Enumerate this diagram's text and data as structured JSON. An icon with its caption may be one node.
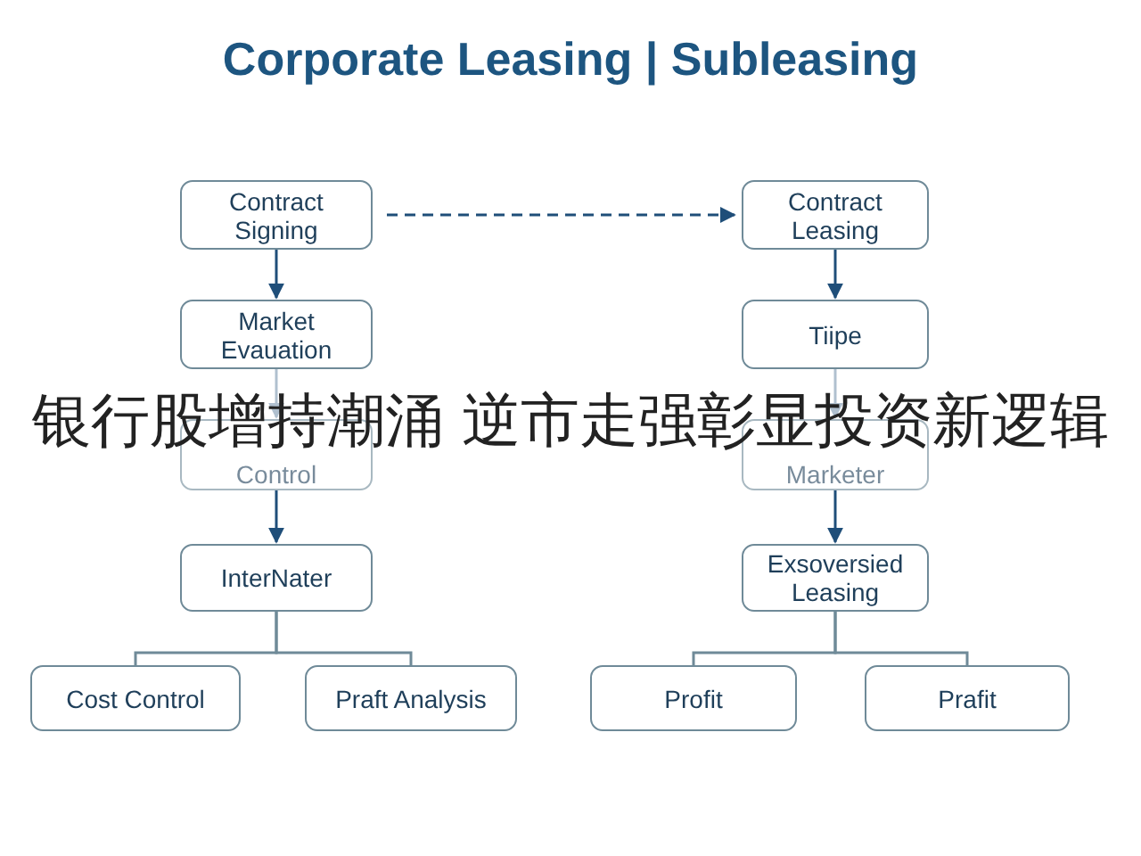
{
  "diagram": {
    "title": "Corporate Leasing | Subleasing",
    "nodes": [
      {
        "text": [
          "Contract Signing"
        ]
      },
      {
        "text": [
          "Market Evauation"
        ]
      },
      {
        "text": [
          "Control"
        ]
      },
      {
        "text": [
          "InterNater"
        ]
      },
      {
        "text": [
          "Cost Control"
        ]
      },
      {
        "text": [
          "Praft Analysis"
        ]
      },
      {
        "text": [
          "Contract Leasing"
        ]
      },
      {
        "text": [
          "Tiipe"
        ]
      },
      {
        "text": [
          "Marketer"
        ]
      },
      {
        "text": [
          "Exsoversied Leasing"
        ]
      },
      {
        "text": [
          "Profit"
        ]
      },
      {
        "text": [
          "Prafit"
        ]
      }
    ],
    "edges": [
      {
        "from": 0,
        "to": 6,
        "arrow": "to",
        "style": "dashed"
      },
      {
        "from": 0,
        "to": 1,
        "arrow": "to"
      },
      {
        "from": 1,
        "to": 2,
        "arrow": "to"
      },
      {
        "from": 2,
        "to": 3,
        "arrow": "to"
      },
      {
        "from": 3,
        "to": 4,
        "arrow": "none"
      },
      {
        "from": 3,
        "to": 5,
        "arrow": "none"
      },
      {
        "from": 6,
        "to": 7,
        "arrow": "to"
      },
      {
        "from": 7,
        "to": 8,
        "arrow": "to"
      },
      {
        "from": 8,
        "to": 9,
        "arrow": "to"
      },
      {
        "from": 9,
        "to": 10,
        "arrow": "none"
      },
      {
        "from": 9,
        "to": 11,
        "arrow": "none"
      }
    ],
    "labels": [
      "银行股增持潮涌 逆市走强彰显投资新逻辑"
    ]
  }
}
